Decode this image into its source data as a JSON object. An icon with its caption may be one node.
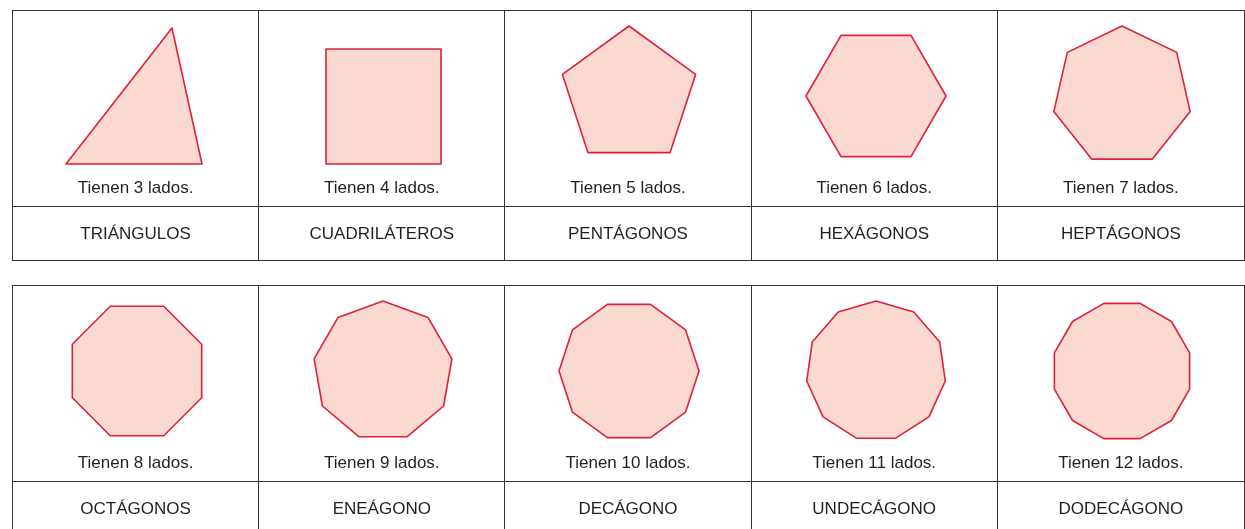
{
  "diagram": {
    "labels": [
      "Tienen 3 lados.",
      "Tienen 4 lados.",
      "Tienen 5 lados.",
      "Tienen 6 lados.",
      "Tienen 7 lados.",
      "TRIÁNGULOS",
      "CUADRILÁTEROS",
      "PENTÁGONOS",
      "HEXÁGONOS",
      "HEPTÁGONOS",
      "Tienen 8 lados.",
      "Tienen 9 lados.",
      "Tienen 10 lados.",
      "Tienen 11 lados.",
      "Tienen 12 lados.",
      "OCTÁGONOS",
      "ENEÁGONO",
      "DECÁGONO",
      "UNDECÁGONO",
      "DODECÁGONO"
    ]
  }
}
